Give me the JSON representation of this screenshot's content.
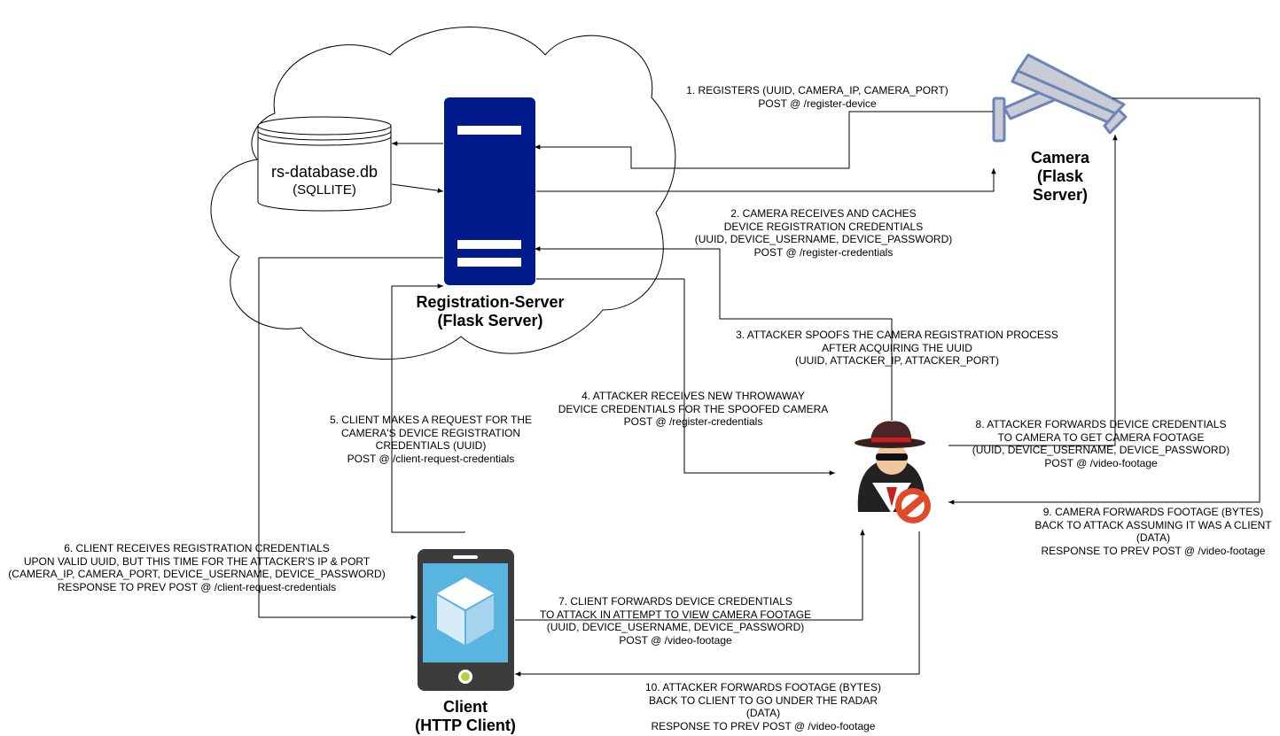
{
  "nodes": {
    "database": {
      "name": "rs-database.db",
      "subtitle": "(SQLLITE)"
    },
    "registration_server": {
      "title": "Registration-Server\n(Flask Server)"
    },
    "camera": {
      "title": "Camera\n(Flask\nServer)"
    },
    "client": {
      "title": "Client\n(HTTP Client)"
    }
  },
  "steps": [
    {
      "id": "step1",
      "text": "1. REGISTERS (UUID, CAMERA_IP, CAMERA_PORT)\nPOST @ /register-device"
    },
    {
      "id": "step2",
      "text": "2. CAMERA RECEIVES AND CACHES\nDEVICE REGISTRATION CREDENTIALS\n(UUID, DEVICE_USERNAME, DEVICE_PASSWORD)\nPOST @ /register-credentials"
    },
    {
      "id": "step3",
      "text": "3. ATTACKER SPOOFS THE CAMERA REGISTRATION PROCESS\nAFTER ACQUIRING THE UUID\n(UUID, ATTACKER_IP, ATTACKER_PORT)"
    },
    {
      "id": "step4",
      "text": "4. ATTACKER RECEIVES NEW THROWAWAY\nDEVICE CREDENTIALS FOR THE SPOOFED CAMERA\nPOST @ /register-credentials"
    },
    {
      "id": "step5",
      "text": "5. CLIENT MAKES A REQUEST FOR THE\nCAMERA'S DEVICE REGISTRATION\nCREDENTIALS (UUID)\nPOST @ /client-request-credentials"
    },
    {
      "id": "step6",
      "text": "6. CLIENT RECEIVES REGISTRATION CREDENTIALS\nUPON VALID UUID, BUT THIS TIME FOR THE ATTACKER'S IP & PORT\n(CAMERA_IP, CAMERA_PORT, DEVICE_USERNAME, DEVICE_PASSWORD)\nRESPONSE TO PREV POST @ /client-request-credentials"
    },
    {
      "id": "step7",
      "text": "7. CLIENT FORWARDS DEVICE CREDENTIALS\nTO ATTACK IN ATTEMPT TO VIEW CAMERA FOOTAGE\n(UUID, DEVICE_USERNAME, DEVICE_PASSWORD)\nPOST @ /video-footage"
    },
    {
      "id": "step8",
      "text": "8. ATTACKER FORWARDS DEVICE CREDENTIALS\nTO CAMERA TO GET CAMERA FOOTAGE\n(UUID, DEVICE_USERNAME, DEVICE_PASSWORD)\nPOST @ /video-footage"
    },
    {
      "id": "step9",
      "text": "9. CAMERA FORWARDS FOOTAGE (BYTES)\nBACK TO ATTACK ASSUMING IT WAS A CLIENT\n(DATA)\nRESPONSE TO PREV POST @ /video-footage"
    },
    {
      "id": "step10",
      "text": "10. ATTACKER FORWARDS FOOTAGE (BYTES)\nBACK TO CLIENT TO GO UNDER THE RADAR\n(DATA)\nRESPONSE TO PREV POST @ /video-footage"
    }
  ],
  "colors": {
    "server": "#001a8c",
    "camera_fill": "#c9ccd4",
    "camera_stroke": "#6c84b8",
    "phone_body": "#3c3c3c",
    "phone_screen": "#5ab4e0",
    "phone_button": "#b4d23c",
    "attacker_block": "#e04a2a",
    "line": "#000000"
  }
}
